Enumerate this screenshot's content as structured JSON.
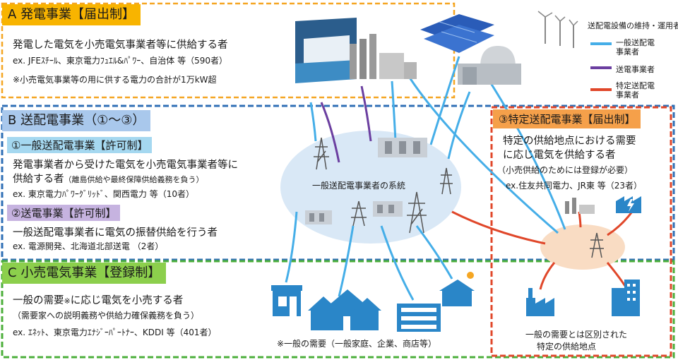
{
  "sectionA": {
    "letter": "A",
    "title": "発電事業【届出制】",
    "description": "発電した電気を小売電気事業者等に供給する者",
    "examples": "ex. JFEｽﾁｰﾙ、東京電力ﾌｭｴﾙ&ﾊﾟﾜｰ、自治体 等（590者）",
    "note": "※小売電気事業等の用に供する電力の合計が1万kW超"
  },
  "sectionB": {
    "letter": "B",
    "title": "送配電事業（①～③）",
    "sub1": {
      "title": "①一般送配電事業【許可制】",
      "desc_line1": "発電事業者から受けた電気を小売電気事業者等に",
      "desc_line2": "供給する者",
      "desc_note": "（離島供給や最終保障供給義務を負う）",
      "examples": "ex. 東京電力ﾊﾟﾜｰｸﾞﾘｯﾄﾞ、関西電力 等（10者）"
    },
    "sub2": {
      "title": "②送電事業【許可制】",
      "desc": "一般送配電事業者に電気の振替供給を行う者",
      "examples": "ex. 電源開発、北海道北部送電 （2者）"
    },
    "grid_label": "一般送配電事業者の系統"
  },
  "sectionC": {
    "letter": "C",
    "title": "小売電気事業【登録制】",
    "description_a": "一般の需要",
    "description_mark": "※",
    "description_b": "に応じ電気を小売する者",
    "note": "（需要家への説明義務や供給力確保義務を負う）",
    "examples": "ex. ｴﾈｯﾄ、東京電力ｴﾅｼﾞｰﾊﾟｰﾄﾅｰ、KDDI 等（401者）",
    "demand_note": "※一般の需要（一般家庭、企業、商店等）"
  },
  "section3": {
    "title": "③特定送配電事業【届出制】",
    "desc_line1": "特定の供給地点における需要",
    "desc_line2": "に応じ電気を供給する者",
    "note": "（小売供給のためには登録が必要）",
    "examples": "ex.住友共同電力、JR東 等（23者）",
    "footer_line1": "一般の需要とは区別された",
    "footer_line2": "特定の供給地点"
  },
  "legend": {
    "title": "送配電設備の維持・運用者",
    "items": [
      {
        "color": "#45aee8",
        "label_line1": "一般送配電",
        "label_line2": "事業者"
      },
      {
        "color": "#6b3fa0",
        "label_line1": "送電事業者",
        "label_line2": ""
      },
      {
        "color": "#e0472a",
        "label_line1": "特定送配電",
        "label_line2": "事業者"
      }
    ]
  },
  "colors": {
    "orange_border": "#f5a623",
    "blue_border": "#2f6fb5",
    "green_border": "#4caf3b",
    "red_border": "#e0472a",
    "header_a": "#f8b400",
    "header_b": "#a9c8ec",
    "sub1": "#a5d8f0",
    "sub2": "#c6b3e0",
    "header_c": "#8ccf4c",
    "header_3": "#f5a04a",
    "grid_ellipse": "#d9e8f6",
    "special_ellipse": "#f9dcc3"
  }
}
